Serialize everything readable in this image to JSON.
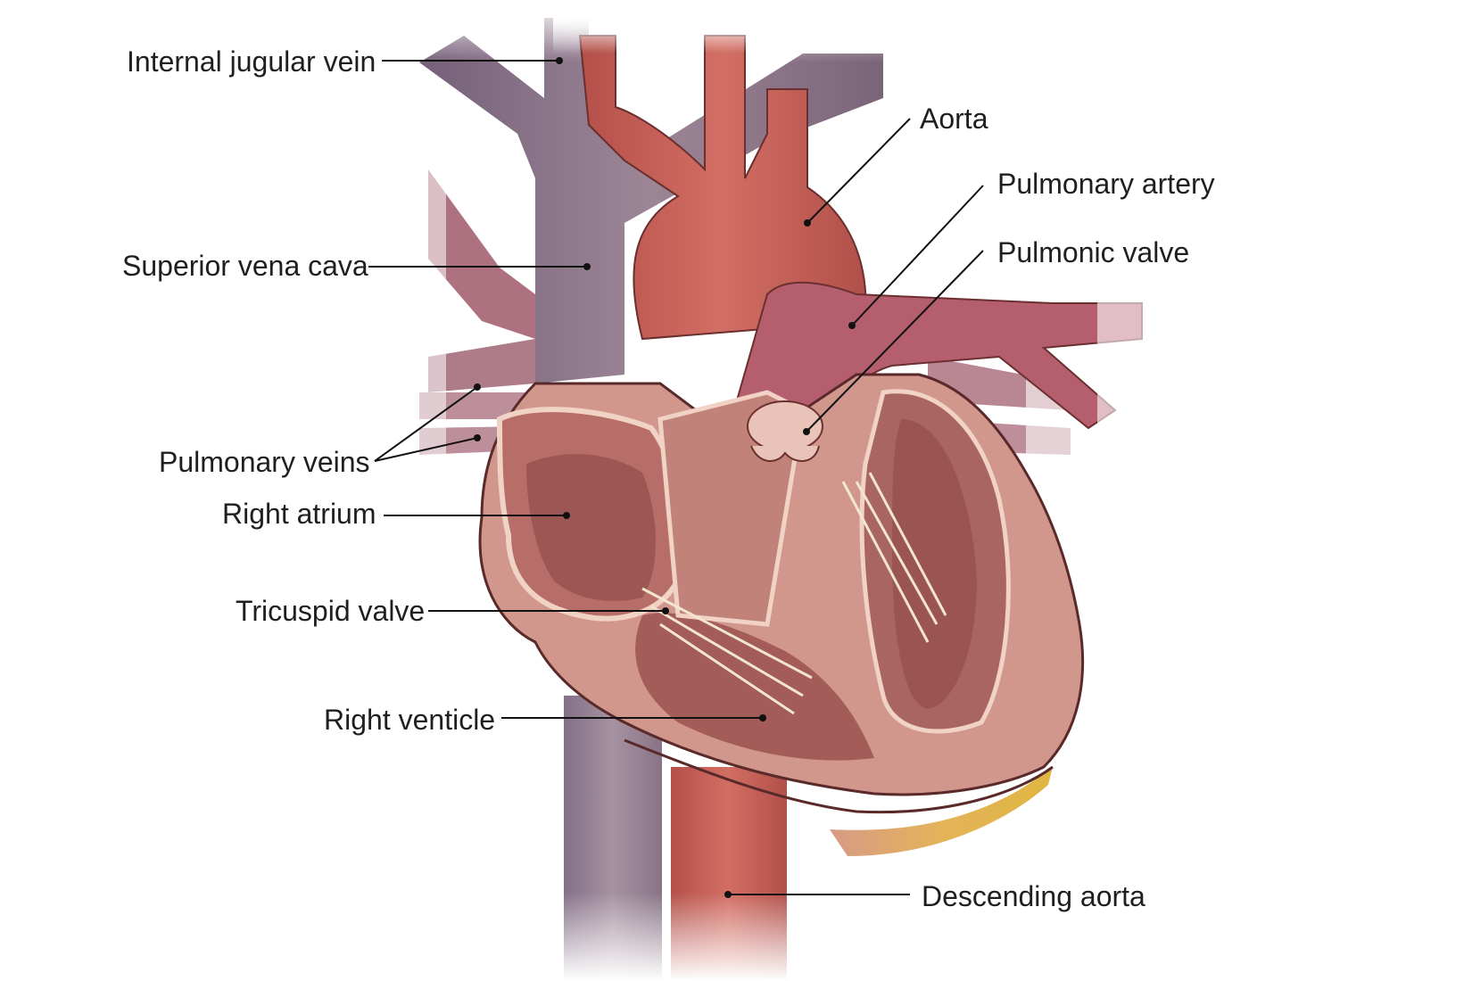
{
  "labels": {
    "internal_jugular_vein": "Internal jugular vein",
    "aorta": "Aorta",
    "pulmonary_artery": "Pulmonary artery",
    "pulmonic_valve": "Pulmonic valve",
    "superior_vena_cava": "Superior vena cava",
    "pulmonary_veins": "Pulmonary veins",
    "right_atrium": "Right atrium",
    "tricuspid_valve": "Tricuspid valve",
    "right_venticle": "Right venticle",
    "descending_aorta": "Descending aorta"
  },
  "colors": {
    "vein": "#8a7386",
    "artery": "#c25b52",
    "muscle": "#c98a82",
    "chamber": "#a9605c",
    "outline": "#5a2a2a",
    "fat": "#d9a040"
  }
}
